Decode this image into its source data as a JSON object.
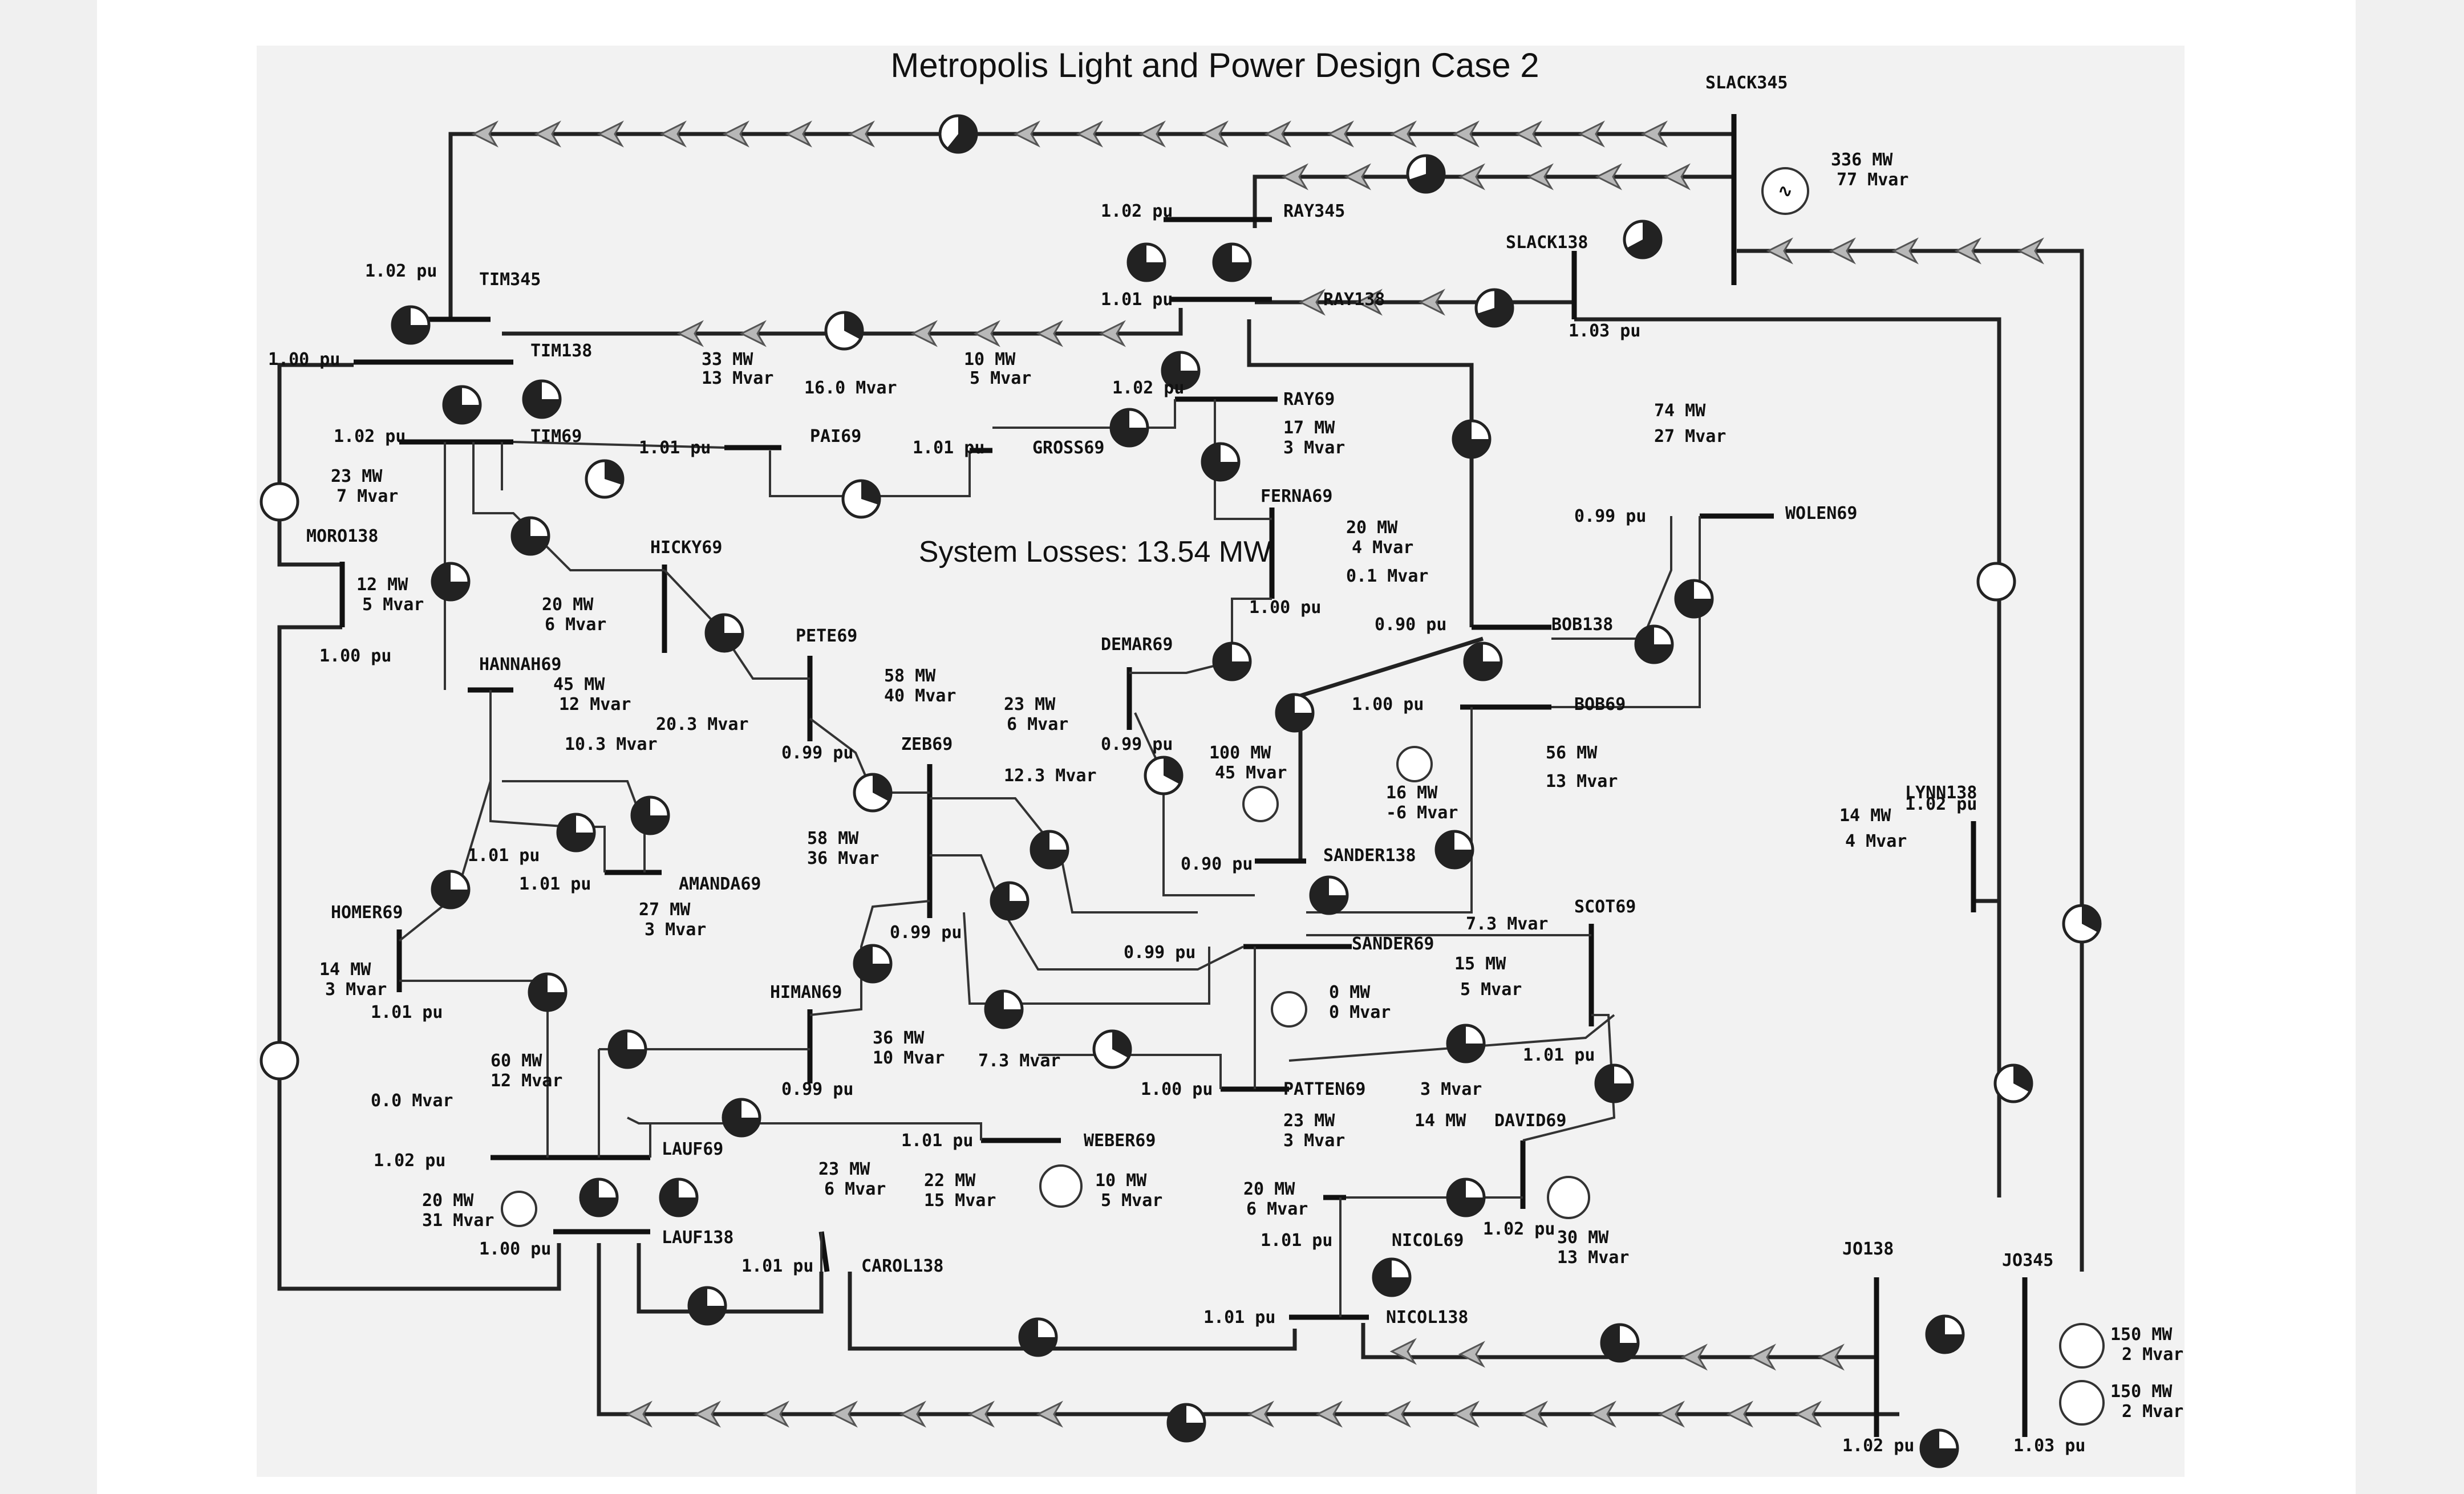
{
  "title": "Metropolis Light and Power Design Case 2",
  "system_losses": "System Losses: 13.54 MW",
  "buses": [
    {
      "name": "SLACK345",
      "pu": ""
    },
    {
      "name": "RAY345",
      "pu": "1.02 pu"
    },
    {
      "name": "SLACK138",
      "pu": "1.03 pu"
    },
    {
      "name": "RAY138",
      "pu": "1.01 pu"
    },
    {
      "name": "TIM345",
      "pu": "1.02 pu"
    },
    {
      "name": "TIM138",
      "pu": "1.00 pu"
    },
    {
      "name": "TIM69",
      "pu": "1.02 pu"
    },
    {
      "name": "PAI69",
      "pu": "1.01 pu"
    },
    {
      "name": "GROSS69",
      "pu": "1.01 pu"
    },
    {
      "name": "RAY69",
      "pu": "1.02 pu"
    },
    {
      "name": "WOLEN69",
      "pu": "0.99 pu"
    },
    {
      "name": "MORO138",
      "pu": "1.00 pu"
    },
    {
      "name": "HICKY69",
      "pu": ""
    },
    {
      "name": "FERNA69",
      "pu": "1.00 pu"
    },
    {
      "name": "BOB138",
      "pu": "0.90 pu"
    },
    {
      "name": "BOB69",
      "pu": "1.00 pu"
    },
    {
      "name": "PETE69",
      "pu": "0.99 pu"
    },
    {
      "name": "DEMAR69",
      "pu": "0.99 pu"
    },
    {
      "name": "HANNAH69",
      "pu": "1.01 pu"
    },
    {
      "name": "ZEB69",
      "pu": "0.99 pu"
    },
    {
      "name": "LYNN138",
      "pu": "1.02 pu"
    },
    {
      "name": "AMANDA69",
      "pu": "1.01 pu"
    },
    {
      "name": "SANDER138",
      "pu": "0.90 pu"
    },
    {
      "name": "HOMER69",
      "pu": "1.01 pu"
    },
    {
      "name": "SCOT69",
      "pu": "1.01 pu"
    },
    {
      "name": "SANDER69",
      "pu": "0.99 pu"
    },
    {
      "name": "HIMAN69",
      "pu": "0.99 pu"
    },
    {
      "name": "PATTEN69",
      "pu": "1.00 pu"
    },
    {
      "name": "DAVID69",
      "pu": "1.02 pu"
    },
    {
      "name": "LAUF69",
      "pu": "1.02 pu"
    },
    {
      "name": "WEBER69",
      "pu": "1.01 pu"
    },
    {
      "name": "LAUF138",
      "pu": "1.00 pu"
    },
    {
      "name": "CAROL138",
      "pu": "1.01 pu"
    },
    {
      "name": "NICOL69",
      "pu": "1.01 pu"
    },
    {
      "name": "NICOL138",
      "pu": "1.01 pu"
    },
    {
      "name": "JO138",
      "pu": "1.02 pu"
    },
    {
      "name": "JO345",
      "pu": "1.03 pu"
    }
  ],
  "flows": {
    "slack_gen": [
      "336 MW",
      "77 Mvar"
    ],
    "pai_load": [
      "33 MW",
      "13 Mvar"
    ],
    "pai_cap": "16.0 Mvar",
    "gross_load": [
      "10 MW",
      "5 Mvar"
    ],
    "ray69_load": [
      "17 MW",
      "3 Mvar"
    ],
    "wolen_load": [
      "74 MW",
      "27 Mvar"
    ],
    "tim69_load": [
      "23 MW",
      "7 Mvar"
    ],
    "moro_load": [
      "12 MW",
      "5 Mvar"
    ],
    "hicky_load": [
      "20 MW",
      "6 Mvar"
    ],
    "ferna_load": [
      "20 MW",
      "4 Mvar"
    ],
    "ferna_cap": "0.1 Mvar",
    "hannah_load": [
      "45 MW",
      "12 Mvar"
    ],
    "hannah_cap": "10.3 Mvar",
    "pete_load": [
      "58 MW",
      "40 Mvar"
    ],
    "pete_cap": "20.3 Mvar",
    "demar_load": [
      "23 MW",
      "6 Mvar"
    ],
    "zeb_cap": "12.3 Mvar",
    "sander_gen": [
      "100 MW",
      "45 Mvar"
    ],
    "bob_gen": [
      "16 MW",
      "-6 Mvar"
    ],
    "bob_load": [
      "56 MW",
      "13 Mvar"
    ],
    "lynn_load": [
      "14 MW",
      "4 Mvar"
    ],
    "zeb_load": [
      "58 MW",
      "36 Mvar"
    ],
    "amanda_load": [
      "27 MW",
      "3 Mvar"
    ],
    "scot_cap": "7.3 Mvar",
    "scot_load": [
      "15 MW",
      "5 Mvar"
    ],
    "homer_load": [
      "14 MW",
      "3 Mvar"
    ],
    "sander69_gen": [
      "0 MW",
      "0 Mvar"
    ],
    "himan_load": [
      "36 MW",
      "10 Mvar"
    ],
    "weber_cap": "7.3 Mvar",
    "patten_load": [
      "23 MW",
      "3 Mvar"
    ],
    "patten_extra": "3 Mvar",
    "david_load": "14 MW",
    "lauf_load": [
      "60 MW",
      "12 Mvar"
    ],
    "lauf_cap": "0.0 Mvar",
    "lauf_gen": [
      "20 MW",
      "31 Mvar"
    ],
    "carol_load": [
      "23 MW",
      "6 Mvar"
    ],
    "weber_load": [
      "22 MW",
      "15 Mvar"
    ],
    "weber_gen": [
      "10 MW",
      "5 Mvar"
    ],
    "nicol_load": [
      "20 MW",
      "6 Mvar"
    ],
    "david_gen": [
      "30 MW",
      "13 Mvar"
    ],
    "jo_gen1": [
      "150 MW",
      "2 Mvar"
    ],
    "jo_gen2": [
      "150 MW",
      "2 Mvar"
    ]
  }
}
